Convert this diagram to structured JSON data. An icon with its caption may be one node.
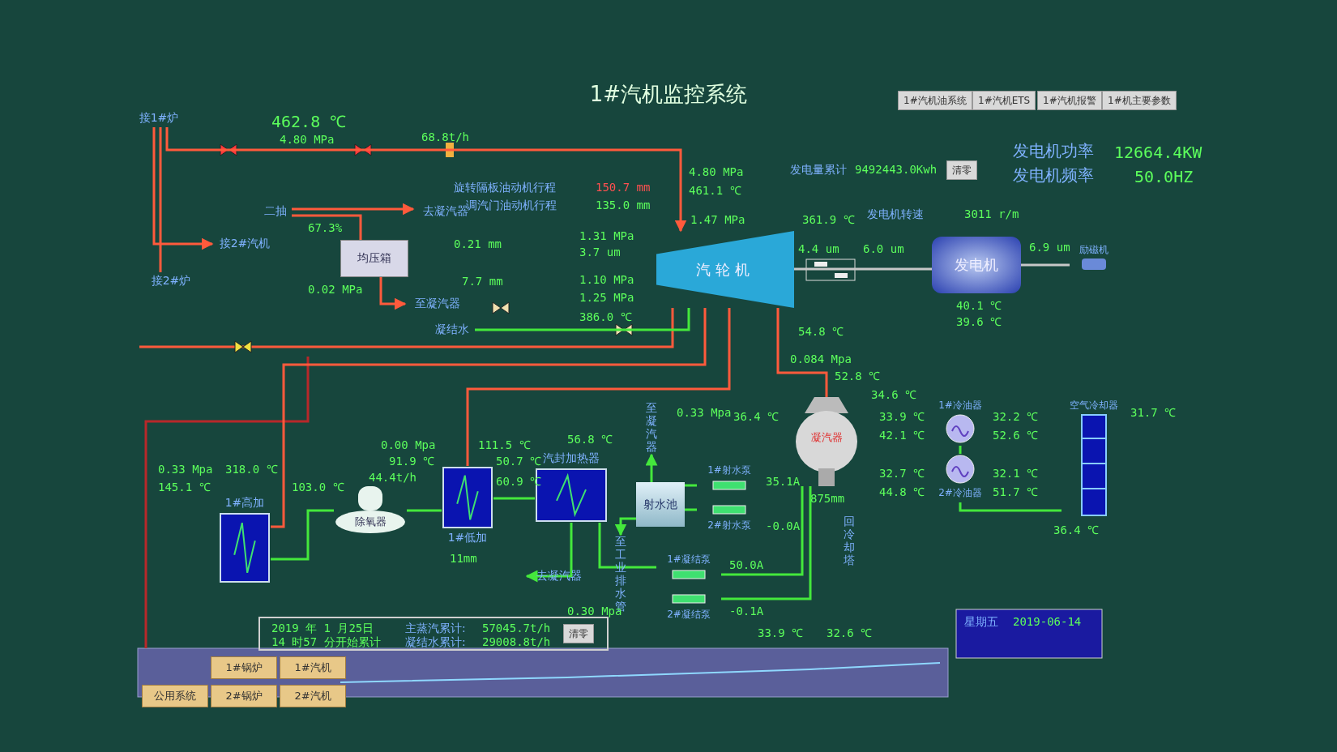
{
  "diagram": {
    "title": "1#汽机监控系统",
    "nodes": [
      {
        "text": [
          "接1#炉"
        ]
      },
      {
        "text": [
          "接2#炉"
        ]
      },
      {
        "text": [
          "接2#汽机"
        ]
      },
      {
        "text": [
          "二抽"
        ]
      },
      {
        "text": [
          "去凝汽器"
        ]
      },
      {
        "text": [
          "均压箱"
        ]
      },
      {
        "text": [
          "至凝汽器"
        ]
      },
      {
        "text": [
          "凝结水"
        ]
      },
      {
        "text": [
          "汽轮机"
        ]
      },
      {
        "text": [
          "发电机"
        ]
      },
      {
        "text": [
          "励磁机"
        ]
      },
      {
        "text": [
          "1#高加"
        ]
      },
      {
        "text": [
          "除氧器"
        ]
      },
      {
        "text": [
          "1#低加"
        ]
      },
      {
        "text": [
          "汽封加热器"
        ]
      },
      {
        "text": [
          "去凝汽器"
        ]
      },
      {
        "text": [
          "至凝汽器"
        ]
      },
      {
        "text": [
          "射水池"
        ]
      },
      {
        "text": [
          "至工业排水管"
        ]
      },
      {
        "text": [
          "1#射水泵"
        ]
      },
      {
        "text": [
          "2#射水泵"
        ]
      },
      {
        "text": [
          "1#凝结泵"
        ]
      },
      {
        "text": [
          "2#凝结泵"
        ]
      },
      {
        "text": [
          "凝汽器"
        ]
      },
      {
        "text": [
          "1#冷油器"
        ]
      },
      {
        "text": [
          "2#冷油器"
        ]
      },
      {
        "text": [
          "空气冷却器"
        ]
      }
    ],
    "edges": [
      {
        "from": 0,
        "to": 1,
        "arrow": "none",
        "color": "#ff5a3c"
      },
      {
        "from": 0,
        "to": 8,
        "arrow": "to",
        "color": "#ff5a3c"
      },
      {
        "from": 0,
        "to": 2,
        "arrow": "to",
        "color": "#ff5a3c"
      },
      {
        "from": 3,
        "to": 4,
        "arrow": "to",
        "color": "#ff5a3c"
      },
      {
        "from": 3,
        "to": 5,
        "arrow": "none",
        "color": "#ff5a3c"
      },
      {
        "from": 5,
        "to": 6,
        "arrow": "to",
        "color": "#ff5a3c"
      },
      {
        "from": 7,
        "to": 8,
        "arrow": "none"
      },
      {
        "from": 8,
        "to": 9,
        "arrow": "none",
        "color": "#c8c8c8"
      },
      {
        "from": 9,
        "to": 10,
        "arrow": "none",
        "color": "#c8c8c8"
      },
      {
        "from": 8,
        "to": 23,
        "arrow": "none",
        "color": "#ff5a3c"
      },
      {
        "from": 8,
        "to": 13,
        "arrow": "none",
        "color": "#ff5a3c"
      },
      {
        "from": 8,
        "to": 11,
        "arrow": "none",
        "color": "#ff5a3c"
      },
      {
        "from": 11,
        "to": 12,
        "arrow": "none"
      },
      {
        "from": 12,
        "to": 13,
        "arrow": "none"
      },
      {
        "from": 13,
        "to": 14,
        "arrow": "none"
      },
      {
        "from": 14,
        "to": 15,
        "arrow": "to"
      },
      {
        "from": 17,
        "to": 16,
        "arrow": "to"
      },
      {
        "from": 17,
        "to": 18,
        "arrow": "to"
      },
      {
        "from": 19,
        "to": 17,
        "arrow": "none"
      },
      {
        "from": 20,
        "to": 17,
        "arrow": "none"
      },
      {
        "from": 23,
        "to": 21,
        "arrow": "none"
      },
      {
        "from": 23,
        "to": 22,
        "arrow": "none"
      },
      {
        "from": 21,
        "to": 14,
        "arrow": "none"
      },
      {
        "from": 24,
        "to": 25,
        "arrow": "none"
      },
      {
        "from": 26,
        "to": 25,
        "arrow": "none"
      }
    ],
    "labels": [
      "1#汽机油系统",
      "1#汽机ETS",
      "1#汽机报警",
      "1#机主要参数",
      "462.8 ℃",
      "4.80 MPa",
      "68.8t/h",
      "4.80 MPa",
      "旋转隔板油动机行程",
      "150.7 mm",
      "461.1 ℃",
      "调汽门油动机行程",
      "135.0 mm",
      "67.3%",
      "0.02 MPa",
      "0.21 mm",
      "7.7 mm",
      "1.31 MPa",
      "3.7 um",
      "1.10 MPa",
      "1.25 MPa",
      "1.47 MPa",
      "361.9 ℃",
      "386.0 ℃",
      "发电量累计",
      "9492443.0Kwh",
      "清零",
      "发电机功率",
      "12664.4KW",
      "发电机频率",
      "50.0HZ",
      "发电机转速",
      "3011 r/m",
      "4.4 um",
      "6.0 um",
      "6.9 um",
      "40.1 ℃",
      "39.6 ℃",
      "54.8 ℃",
      "0.084 Mpa",
      "52.8 ℃",
      "36.4 ℃",
      "34.6 ℃",
      "0.00 Mpa",
      "111.5 ℃",
      "91.9 ℃",
      "50.7 ℃",
      "0.33 Mpa",
      "0.33 Mpa",
      "318.0 ℃",
      "145.1 ℃",
      "103.0 ℃",
      "44.4t/h",
      "60.9 ℃",
      "56.8 ℃",
      "35.1A",
      "33.9 ℃",
      "32.2 ℃",
      "42.1 ℃",
      "52.6 ℃",
      "31.7 ℃",
      "32.7 ℃",
      "32.1 ℃",
      "11mm",
      "875mm",
      "-0.0A",
      "44.8 ℃",
      "51.7 ℃",
      "36.4 ℃",
      "50.0A",
      "-0.1A",
      "0.30 Mpa",
      "回冷却塔",
      "33.9 ℃",
      "32.6 ℃",
      "2019 年 1 月25日",
      "14 时57 分开始累计",
      "主蒸汽累计:",
      "57045.7t/h",
      "凝结水累计:",
      "29008.8t/h",
      "清零",
      "星期五",
      "2019-06-14",
      "1#锅炉",
      "1#汽机",
      "公用系统",
      "2#锅炉",
      "2#汽机"
    ]
  }
}
